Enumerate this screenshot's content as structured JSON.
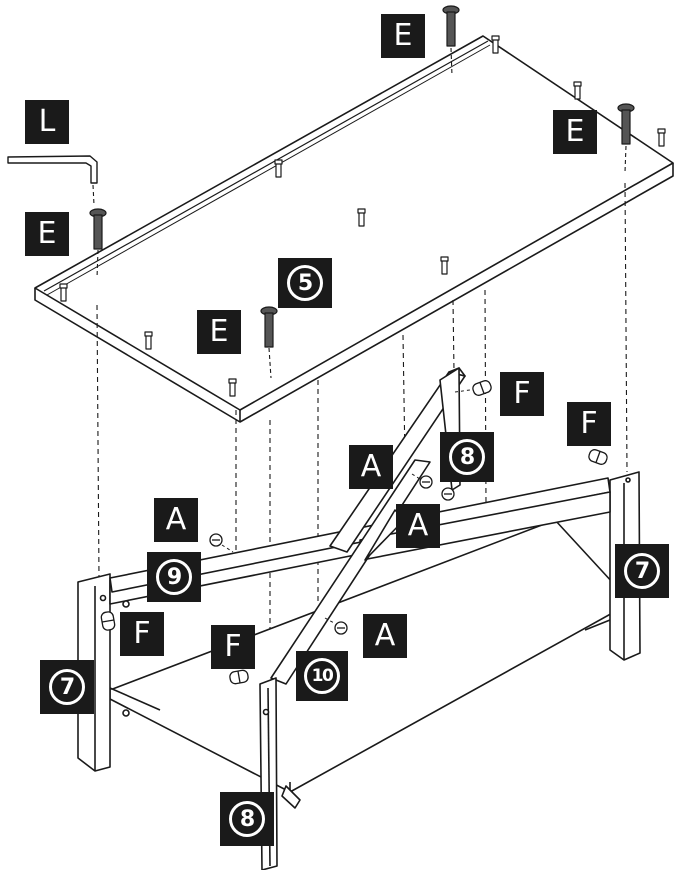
{
  "callouts": {
    "hex_key": "L",
    "screw_e": "E",
    "cam_a": "A",
    "bolt_f": "F"
  },
  "part_numbers": {
    "top_panel": "5",
    "end_frame": "7",
    "cross_brace": "8",
    "rail": "9",
    "lower_rail": "10"
  },
  "colors": {
    "ink": "#1a1a1a",
    "label_bg": "#1a1a1a",
    "label_text": "#ffffff",
    "paper": "#ffffff"
  }
}
